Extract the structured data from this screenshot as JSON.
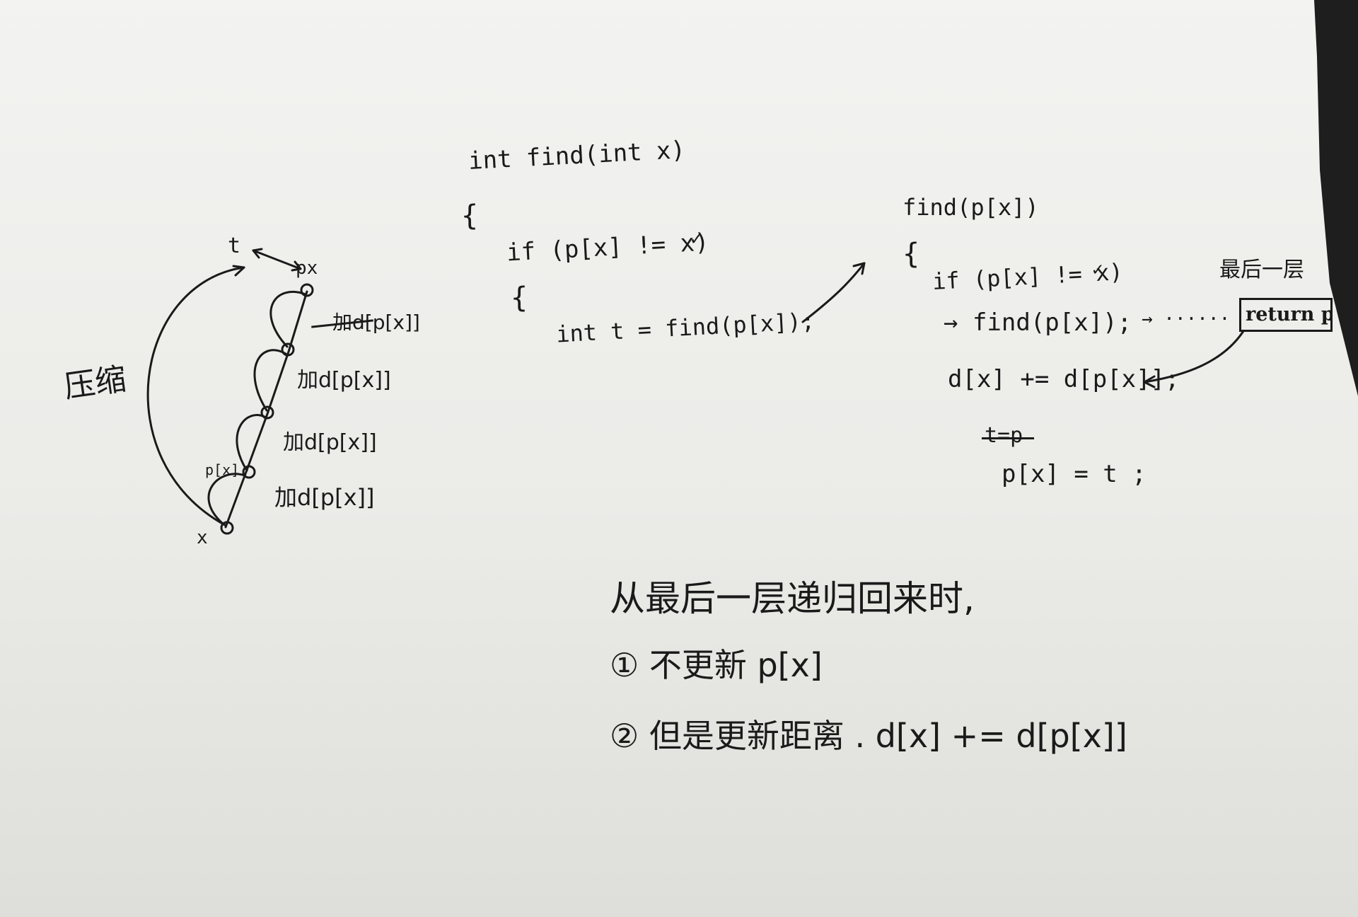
{
  "left_diagram": {
    "top_node": "t",
    "right_node": "px",
    "px_label": "p[x]",
    "x_node": "x",
    "compress_label": "压缩",
    "distance_labels": [
      "加d[p[x]]",
      "加d[p[x]]",
      "加d[p[x]]",
      "加d[p[x]]"
    ]
  },
  "code_left": {
    "signature": "int find(int x)",
    "open_brace": "{",
    "if_line": "if (p[x] != x)",
    "check": "✓",
    "inner_open": "{",
    "assign_line": "int t = find(p[x]);"
  },
  "code_right": {
    "header": "find(p[x])",
    "open_brace": "{",
    "if_line": "if (p[x] != x)",
    "check": "✓",
    "find_call": "→ find(p[x]);",
    "arrow_dots": "→  ······",
    "last_layer": "最后一层",
    "return_box": "return p[x]",
    "distance_update": "d[x] += d[p[x]];",
    "strike_text": "t=p",
    "parent_update": "p[x] = t ;"
  },
  "notes": {
    "line1": "从最后一层递归回来时,",
    "line2": "① 不更新  p[x]",
    "line3": "② 但是更新距离 . d[x] += d[p[x]]"
  }
}
